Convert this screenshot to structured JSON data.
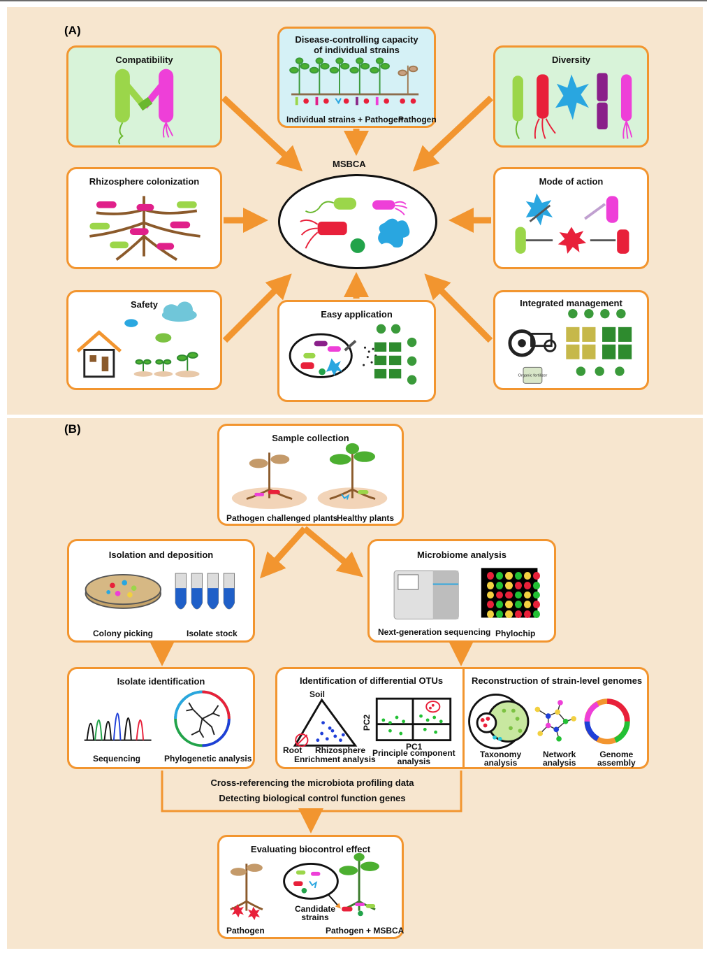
{
  "panel_a": {
    "label": "(A)",
    "center_label": "MSBCA",
    "boxes": {
      "compatibility": "Compatibility",
      "disease_title": "Disease-controlling capacity\nof individual strains",
      "disease_cap_left": "Individual strains + Pathogen",
      "disease_cap_right": "Pathogen",
      "diversity": "Diversity",
      "rhizosphere": "Rhizosphere colonization",
      "mode": "Mode of action",
      "safety": "Safety",
      "easy": "Easy application",
      "integrated": "Integrated management",
      "fertilizer": "Organic fertilizer"
    }
  },
  "panel_b": {
    "label": "(B)",
    "sample": {
      "title": "Sample collection",
      "left": "Pathogen challenged plants",
      "right": "Healthy plants"
    },
    "isolation": {
      "title": "Isolation and deposition",
      "left": "Colony picking",
      "right": "Isolate stock"
    },
    "microbiome": {
      "title": "Microbiome analysis",
      "left": "Next-generation sequencing",
      "right": "Phylochip"
    },
    "identification": {
      "title": "Isolate identification",
      "left": "Sequencing",
      "right": "Phylogenetic analysis"
    },
    "otus": {
      "title": "Identification of differential OTUs",
      "soil": "Soil",
      "root": "Root",
      "rhizosphere": "Rhizosphere",
      "enrichment": "Enrichment analysis",
      "pc1": "PC1",
      "pc2": "PC2",
      "pca": "Principle component\nanalysis"
    },
    "reconstruction": {
      "title": "Reconstruction of strain-level genomes",
      "taxonomy": "Taxonomy\nanalysis",
      "network": "Network\nanalysis",
      "genome": "Genome\nassembly"
    },
    "cross_ref": "Cross-referencing the microbiota profiling data",
    "detecting": "Detecting biological control function genes",
    "evaluating": {
      "title": "Evaluating biocontrol effect",
      "pathogen": "Pathogen",
      "candidate": "Candidate\nstrains",
      "pathogen_msbca": "Pathogen + MSBCA"
    }
  },
  "colors": {
    "background": "#f7e6cf",
    "arrow": "#f2952f",
    "box_border": "#f2952f"
  }
}
